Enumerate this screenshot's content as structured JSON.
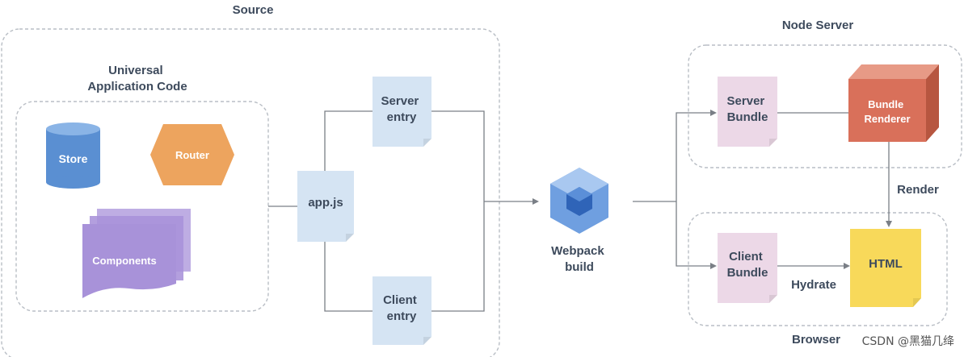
{
  "groups": {
    "source": "Source",
    "universal_app_code": [
      "Universal",
      "Application Code"
    ],
    "node_server": "Node Server",
    "browser": "Browser"
  },
  "nodes": {
    "store": "Store",
    "router": "Router",
    "components": "Components",
    "app_js": "app.js",
    "server_entry": [
      "Server",
      "entry"
    ],
    "client_entry": [
      "Client",
      "entry"
    ],
    "webpack": [
      "Webpack",
      "build"
    ],
    "server_bundle": [
      "Server",
      "Bundle"
    ],
    "bundle_renderer": [
      "Bundle",
      "Renderer"
    ],
    "client_bundle": [
      "Client",
      "Bundle"
    ],
    "html": "HTML"
  },
  "edge_labels": {
    "render": "Render",
    "hydrate": "Hydrate"
  },
  "watermark": "CSDN @黑猫几绛",
  "colors": {
    "store": "#5a8fd2",
    "router": "#eda45e",
    "components": "#a892d9",
    "doc_blue": "#d5e4f3",
    "doc_pink": "#ecd8e7",
    "renderer": "#d9705a",
    "html": "#f8d95a",
    "webpack": "#6f9fe0"
  }
}
